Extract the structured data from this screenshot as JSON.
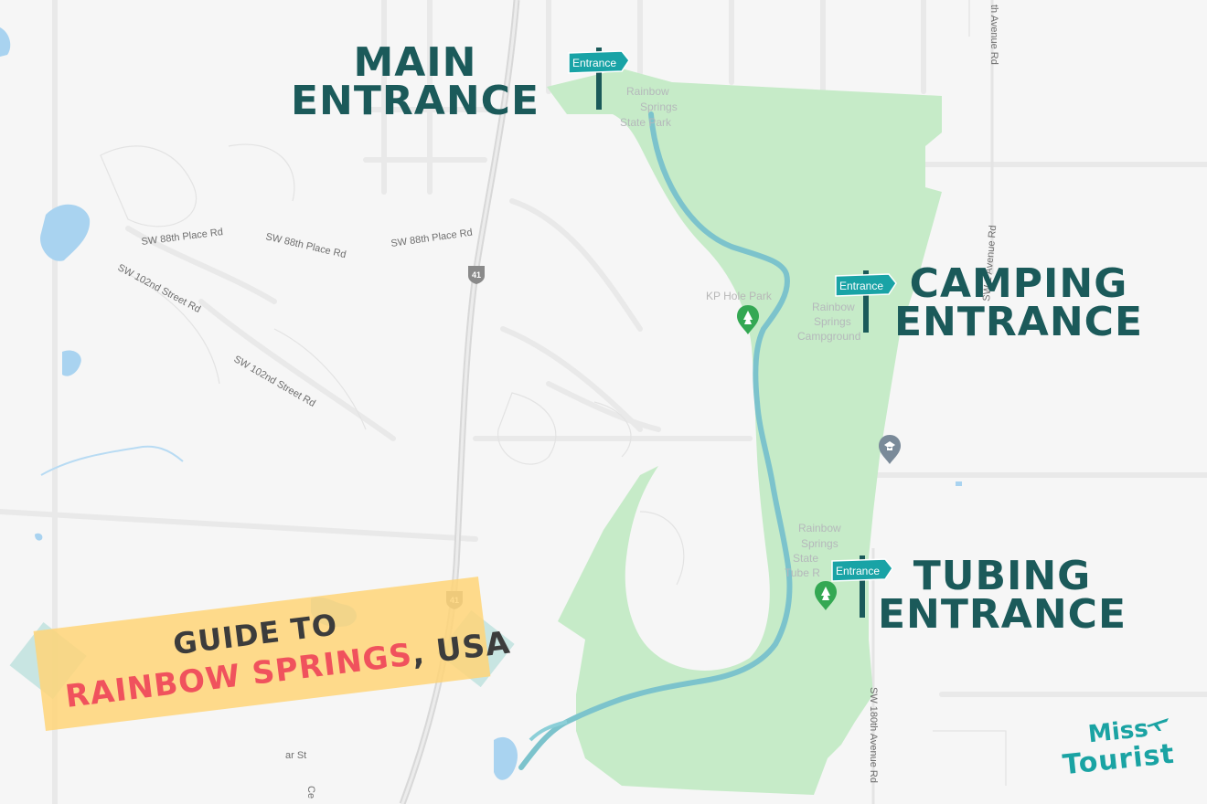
{
  "entrance_labels": {
    "main": {
      "line1": "MAIN",
      "line2": "ENTRANCE"
    },
    "camping": {
      "line1": "CAMPING",
      "line2": "ENTRANCE"
    },
    "tubing": {
      "line1": "TUBING",
      "line2": "ENTRANCE"
    }
  },
  "sign_text": "Entrance",
  "places": {
    "park": [
      "Rainbow",
      "Springs",
      "State Park"
    ],
    "campground": [
      "Rainbow",
      "Springs",
      "Campground"
    ],
    "tube": [
      "Rainbow",
      "Springs",
      "State",
      "Tube R"
    ],
    "kp_hole": "KP Hole Park"
  },
  "roads": {
    "sw88_1": "SW 88th Place Rd",
    "sw88_2": "SW 88th Place Rd",
    "sw88_3": "SW 88th Place Rd",
    "sw102_1": "SW 102nd Street Rd",
    "sw102_2": "SW 102nd Street Rd",
    "ave_top": "th Avenue Rd",
    "ave_mid": "SW 1 Avenue Rd",
    "sw180": "SW 180th Avenue Rd",
    "bottom_st": "ar St",
    "bottom_ce": "Ce",
    "us41": "41"
  },
  "banner": {
    "line1": "GUIDE TO",
    "place": "RAINBOW SPRINGS",
    "suffix": ", USA"
  },
  "logo": {
    "line1": "Miss",
    "line2": "Tourist"
  },
  "colors": {
    "park_fill": "#c6ebc8",
    "river": "#7cc3cc",
    "water": "#a9d3f0",
    "label": "#1b5a5a",
    "sign": "#19a3a6",
    "banner": "#ffd578",
    "accent_red": "#f0525d",
    "logo": "#1aa3a3"
  }
}
